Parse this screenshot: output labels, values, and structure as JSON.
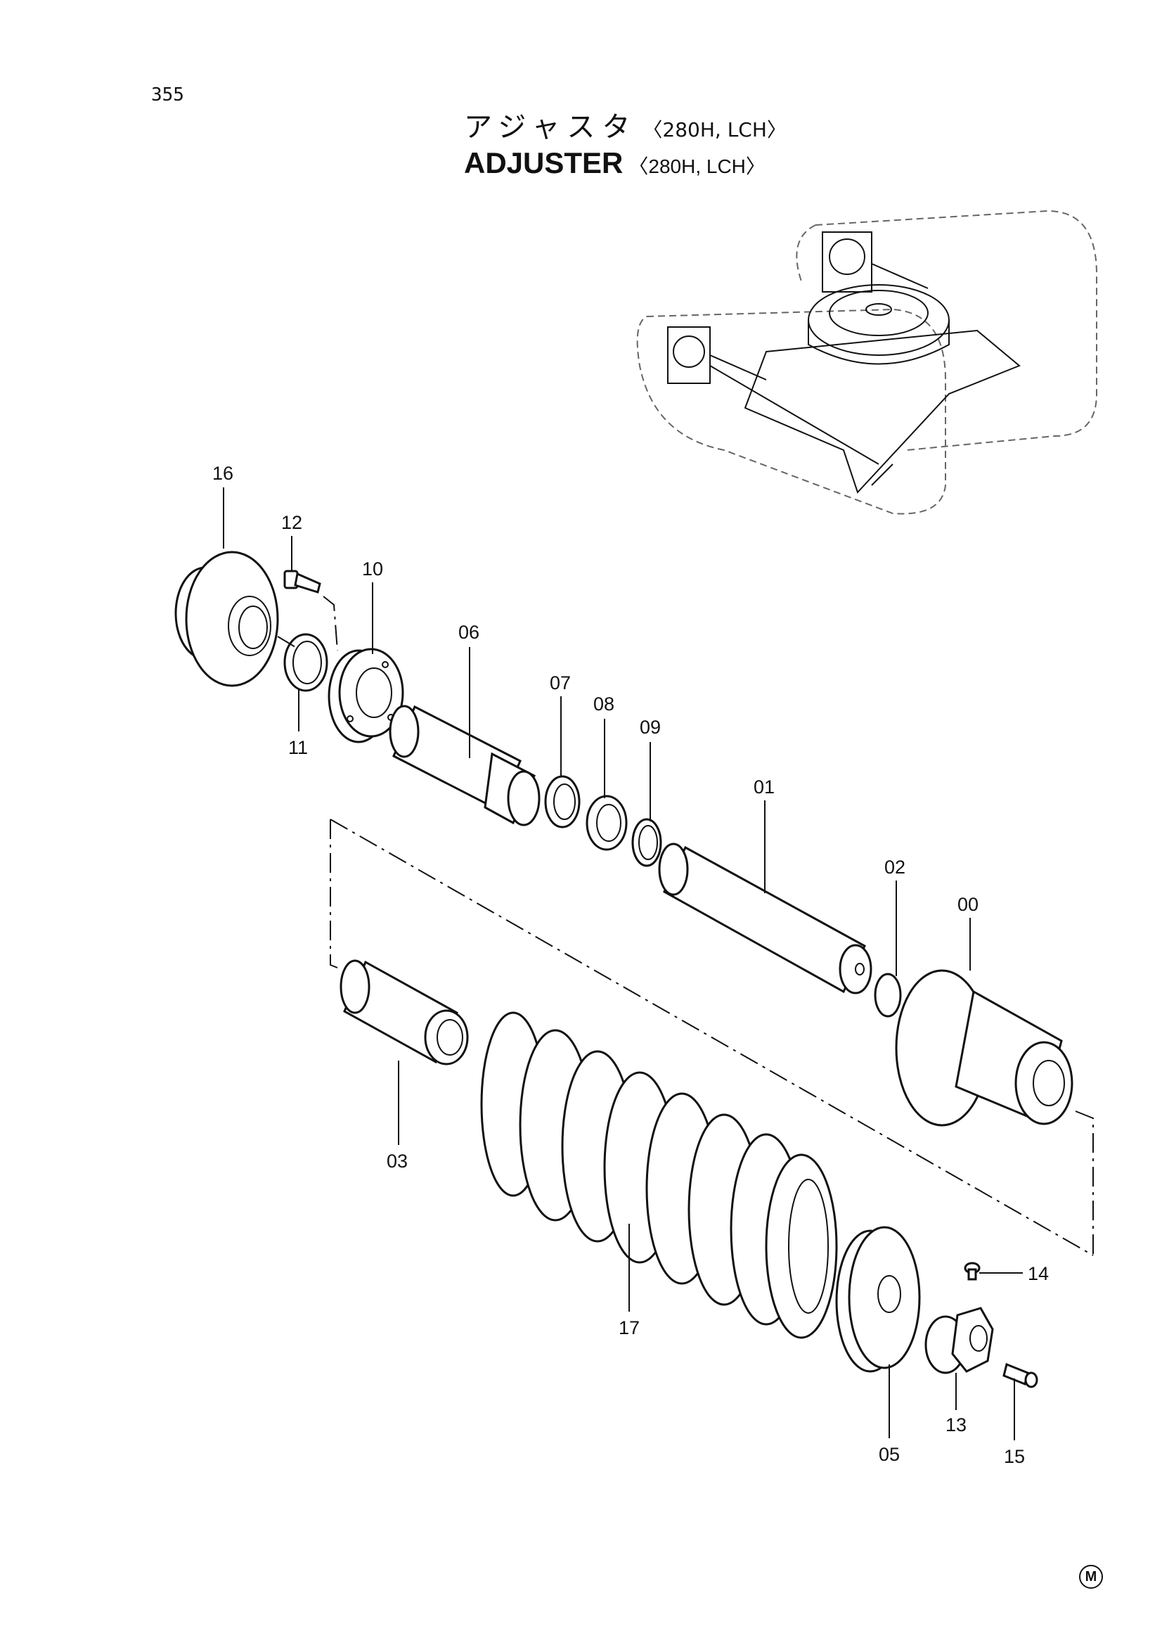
{
  "page_number": "355",
  "title": {
    "jp": "アジャスタ",
    "en": "ADJUSTER",
    "model": "〈280H, LCH〉"
  },
  "callouts": {
    "p00": "00",
    "p01": "01",
    "p02": "02",
    "p03": "03",
    "p05": "05",
    "p06": "06",
    "p07": "07",
    "p08": "08",
    "p09": "09",
    "p10": "10",
    "p11": "11",
    "p12": "12",
    "p13": "13",
    "p14": "14",
    "p15": "15",
    "p16": "16",
    "p17": "17"
  },
  "corner_mark": "M"
}
